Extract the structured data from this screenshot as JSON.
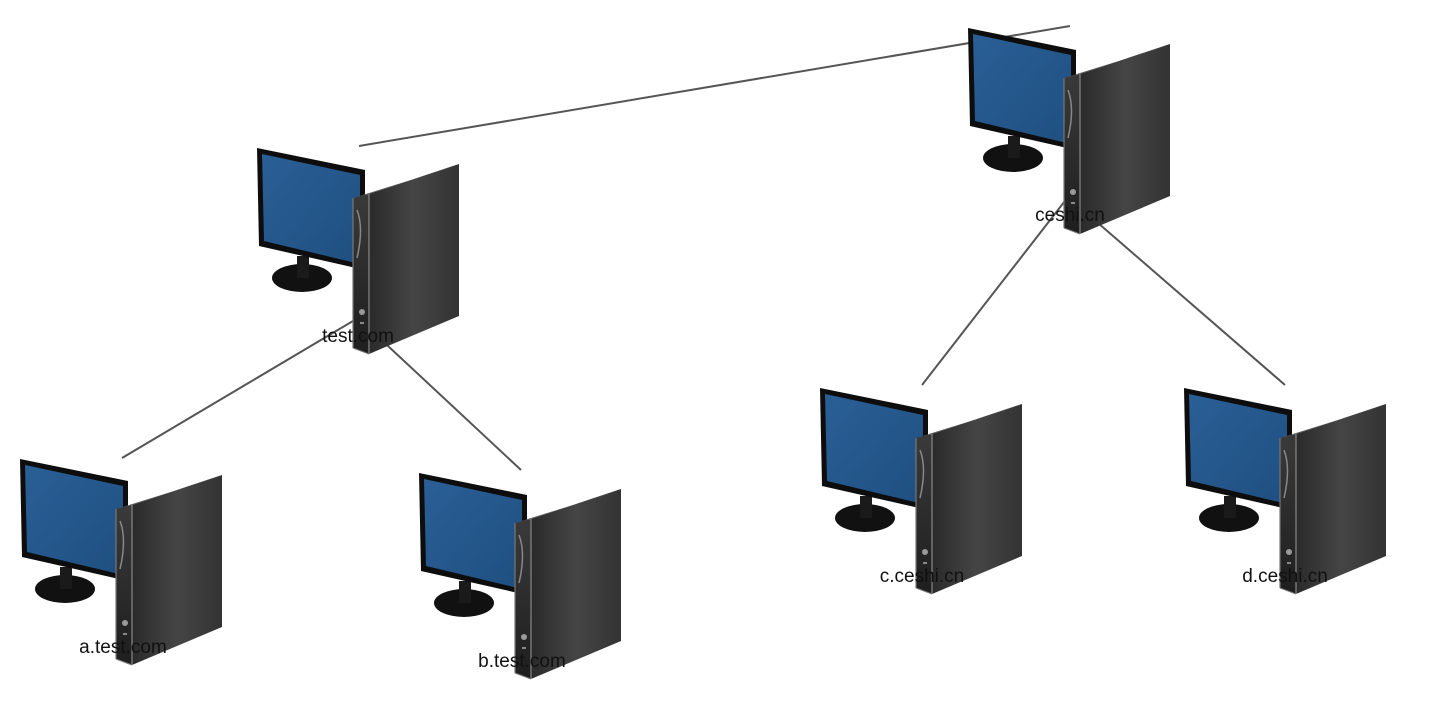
{
  "diagram": {
    "nodes": [
      {
        "id": "ceshi",
        "label": "ceshi.cn"
      },
      {
        "id": "test",
        "label": "test.com"
      },
      {
        "id": "c_ceshi",
        "label": "c.ceshi.cn"
      },
      {
        "id": "d_ceshi",
        "label": "d.ceshi.cn"
      },
      {
        "id": "a_test",
        "label": "a.test.com"
      },
      {
        "id": "b_test",
        "label": "b.test.com"
      }
    ],
    "edges": [
      {
        "from": "ceshi",
        "to": "test"
      },
      {
        "from": "ceshi",
        "to": "c_ceshi"
      },
      {
        "from": "ceshi",
        "to": "d_ceshi"
      },
      {
        "from": "test",
        "to": "a_test"
      },
      {
        "from": "test",
        "to": "b_test"
      }
    ],
    "icon": "desktop-computer-icon",
    "colors": {
      "screen": "#23578c",
      "tower": "#3a3a3a",
      "line": "#555555"
    }
  }
}
